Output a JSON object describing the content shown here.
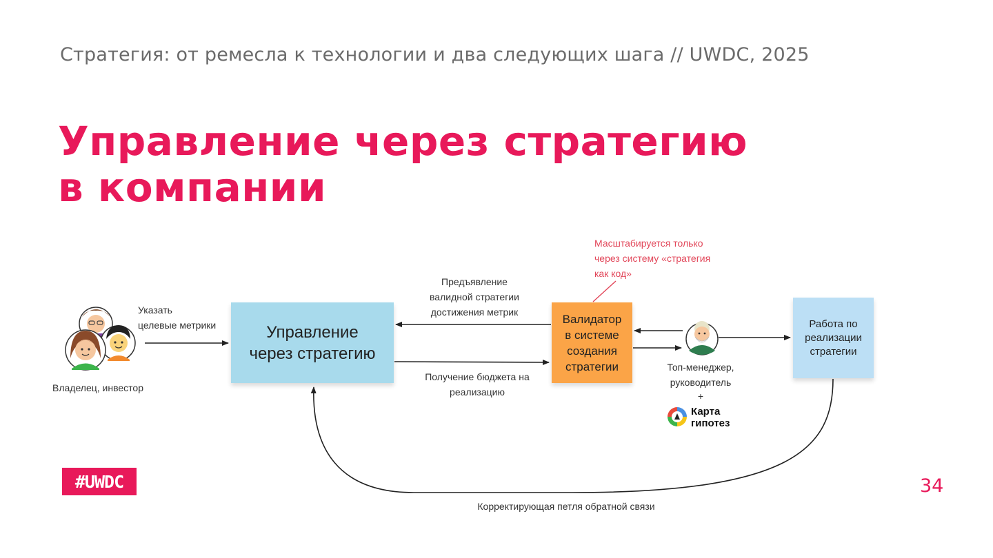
{
  "header": {
    "subtitle": "Стратегия: от ремесла к технологии и два следующих шага // UWDC, 2025",
    "title_line1": "Управление через стратегию",
    "title_line2": "в компании"
  },
  "diagram": {
    "owner_label": "Владелец, инвестор",
    "arrow_metrics": [
      "Указать",
      "целевые метрики"
    ],
    "box_main": [
      "Управление",
      "через стратегию"
    ],
    "arrow_valid": [
      "Предъявление",
      "валидной стратегии",
      "достижения метрик"
    ],
    "arrow_budget": [
      "Получение бюджета на",
      "реализацию"
    ],
    "box_validator": [
      "Валидатор",
      "в системе",
      "создания",
      "стратегии"
    ],
    "note": [
      "Масштабируется только",
      "через систему «стратегия",
      "как код»"
    ],
    "manager_label": [
      "Топ-менеджер,",
      "руководитель",
      "+"
    ],
    "logo_text": [
      "Карта",
      "гипотез"
    ],
    "box_work": [
      "Работа по",
      "реализации",
      "стратегии"
    ],
    "feedback_label": "Корректирующая петля обратной связи"
  },
  "footer": {
    "badge": "#UWDC",
    "page_number": "34"
  },
  "colors": {
    "accent": "#e8195a",
    "main_box": "#a8daec",
    "validator_box": "#fba447",
    "work_box": "#bcdff5",
    "note_text": "#e2475a"
  },
  "icons": [
    "owner-group-avatars-icon",
    "top-manager-avatar-icon",
    "karta-gipotez-logo-icon"
  ]
}
